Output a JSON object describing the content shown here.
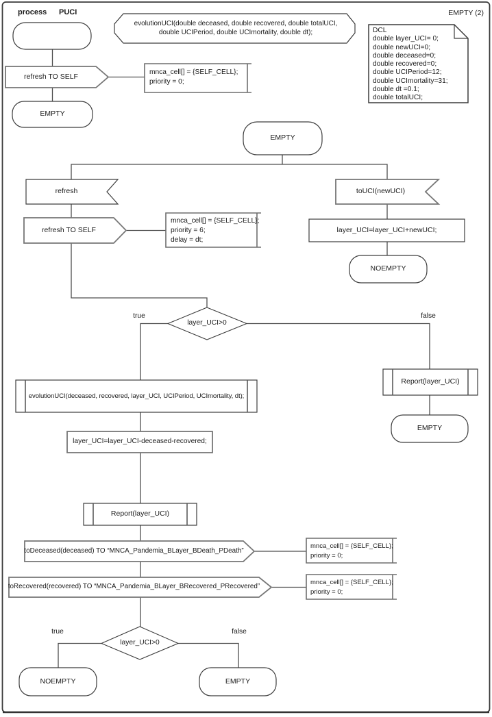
{
  "process_header": {
    "keyword": "process",
    "name": "PUCI",
    "page_state_label": "EMPTY (2)"
  },
  "procedure_declaration": {
    "line1": "evolutionUCI(double deceased, double recovered, double totalUCI,",
    "line2": "double UCIPeriod, double UCImortality, double dt);"
  },
  "dcl_note": {
    "lines": [
      "DCL",
      "double layer_UCI= 0;",
      "double newUCI=0;",
      "double deceased=0;",
      "double recovered=0;",
      "double UCIPeriod=12;",
      "double UCImortality=31;",
      "double dt =0.1;",
      "double totalUCI;"
    ]
  },
  "init_flow": {
    "output_refresh": "refresh TO SELF",
    "comment": {
      "line1": "mnca_cell[] = {SELF_CELL};",
      "line2": "priority = 0;"
    },
    "next_state": "EMPTY"
  },
  "empty_state_body": {
    "state": "EMPTY",
    "refresh_branch": {
      "input": "refresh",
      "output": "refresh TO SELF",
      "comment": {
        "line1": "mnca_cell[] = {SELF_CELL};",
        "line2": "priority = 6;",
        "line3": "delay = dt;"
      },
      "decision": {
        "condition": "layer_UCI>0",
        "true_label": "true",
        "false_label": "false"
      },
      "true_branch": {
        "procedure_call": "evolutionUCI(deceased, recovered, layer_UCI, UCIPeriod, UCImortality, dt);",
        "task": "layer_UCI=layer_UCI-deceased-recovered;",
        "report_call": "Report(layer_UCI)",
        "output_deceased": "toDeceased(deceased) TO “MNCA_Pandemia_BLayer_BDeath_PDeath”",
        "comment_deceased": {
          "line1": "mnca_cell[] = {SELF_CELL};",
          "line2": "priority = 0;"
        },
        "output_recovered": "toRecovered(recovered) TO “MNCA_Pandemia_BLayer_BRecovered_PRecovered”",
        "comment_recovered": {
          "line1": "mnca_cell[] = {SELF_CELL};",
          "line2": "priority = 0;"
        },
        "decision": {
          "condition": "layer_UCI>0",
          "true_label": "true",
          "false_label": "false"
        },
        "state_true": "NOEMPTY",
        "state_false": "EMPTY"
      },
      "false_branch": {
        "report_call": "Report(layer_UCI)",
        "state": "EMPTY"
      }
    },
    "touci_branch": {
      "input": "toUCI(newUCI)",
      "task": "layer_UCI=layer_UCI+newUCI;",
      "state": "NOEMPTY"
    }
  },
  "colors": {
    "stroke_dark": "#3c3c3c",
    "stroke_gray": "#767676",
    "background": "#ffffff"
  }
}
